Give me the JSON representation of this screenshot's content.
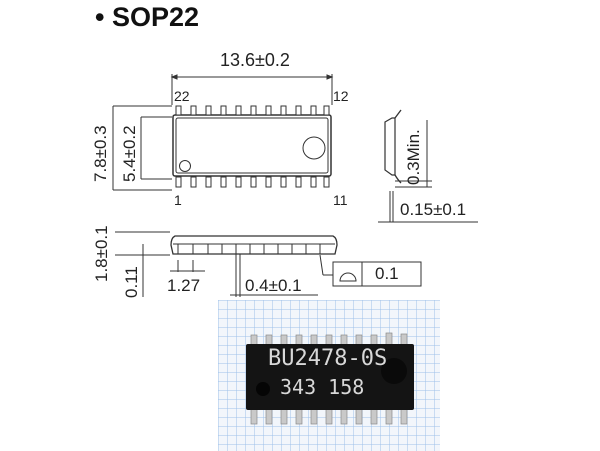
{
  "title": {
    "bullet": "•",
    "package": "SOP22"
  },
  "top_view": {
    "length_dim": "13.6±0.2",
    "width_dim_outer": "7.8±0.3",
    "width_dim_body": "5.4±0.2",
    "pin_labels": {
      "top_left": "22",
      "top_right": "12",
      "bottom_left": "1",
      "bottom_right": "11"
    },
    "pins_per_side": 11
  },
  "side_view_end": {
    "standoff_dim": "0.3Min.",
    "lead_thickness_dim": "0.15±0.1"
  },
  "side_view_long": {
    "height_dim": "1.8±0.1",
    "standoff_dim": "0.11",
    "pitch_dim": "1.27",
    "lead_width_dim": "0.4±0.1",
    "coplanarity_symbol": "profile-of-surface",
    "coplanarity_value": "0.1"
  },
  "photo": {
    "marking_line1": "BU2478-0S",
    "marking_line2": "343 158",
    "grid_color": "#8fb6e6",
    "chip_color": "#141414"
  }
}
